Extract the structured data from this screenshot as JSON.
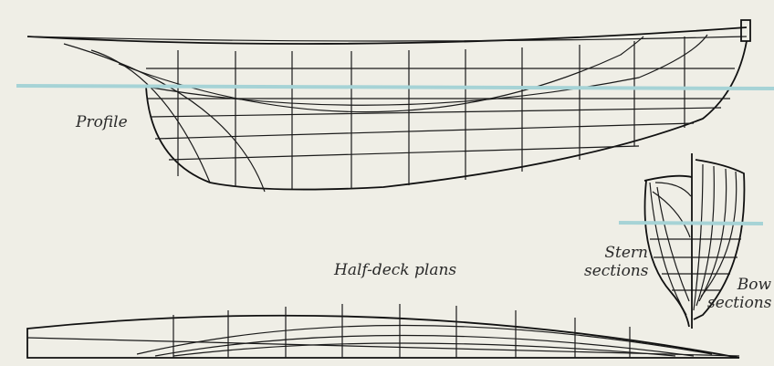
{
  "labels": {
    "profile": "Profile",
    "half_deck": "Half-deck plans",
    "stern": "Stern\nsections",
    "bow": "Bow\nsections"
  },
  "colors": {
    "background": "#efeee6",
    "waterline": "#a6d3d6",
    "lines": "#1a1a1a"
  }
}
